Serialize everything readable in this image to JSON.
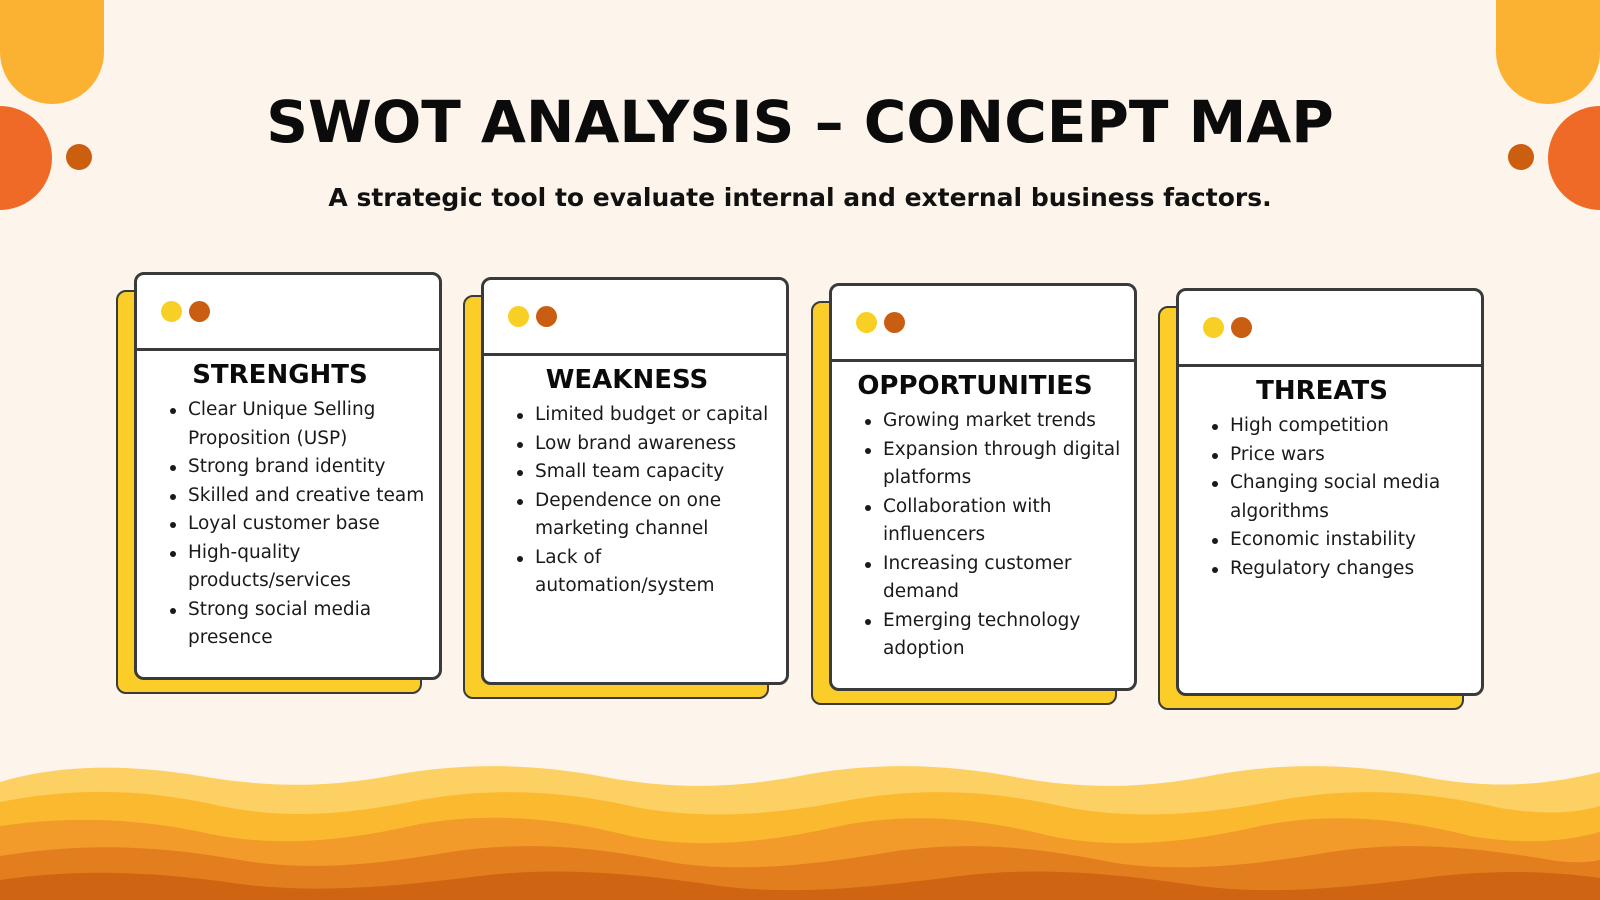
{
  "header": {
    "title": "SWOT ANALYSIS – CONCEPT MAP",
    "subtitle": "A strategic tool to evaluate internal and external business factors."
  },
  "colors": {
    "background": "#fdf4ec",
    "card_shadow": "#fbcd28",
    "dot_yellow": "#f8cf25",
    "dot_brown": "#c95d12",
    "accent_orange": "#f06a27",
    "accent_amber": "#fbb233"
  },
  "cards": [
    {
      "title": "STRENGHTS",
      "items": [
        "Clear Unique Selling Proposition (USP)",
        "Strong brand identity",
        "Skilled and creative team",
        "Loyal customer base",
        "High-quality products/services",
        "Strong social media presence"
      ]
    },
    {
      "title": "WEAKNESS",
      "items": [
        "Limited budget or capital",
        "Low brand awareness",
        "Small team capacity",
        "Dependence on one marketing channel",
        "Lack of automation/system"
      ]
    },
    {
      "title": "OPPORTUNITIES",
      "items": [
        "Growing market trends",
        "Expansion through digital platforms",
        "Collaboration with influencers",
        "Increasing customer demand",
        "Emerging technology adoption"
      ]
    },
    {
      "title": "THREATS",
      "items": [
        "High competition",
        "Price wars",
        "Changing social media algorithms",
        "Economic instability",
        "Regulatory changes"
      ]
    }
  ]
}
